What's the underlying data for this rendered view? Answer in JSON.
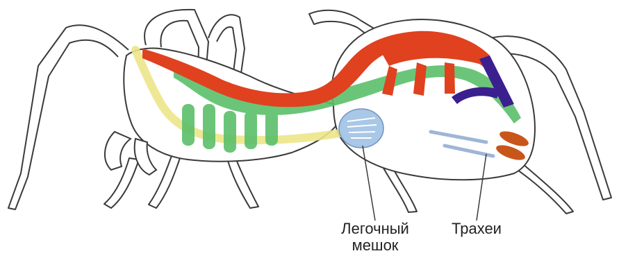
{
  "labels": {
    "lung_line1": "Легочный",
    "lung_line2": "мешок",
    "trachea": "Трахеи"
  },
  "colors": {
    "outline": "#3a3a3a",
    "circulatory": "#e0411f",
    "digestive": "#5bbf6a",
    "nervous": "#ece58a",
    "lung": "#a9c7e6",
    "trachea": "#9eb6d6",
    "glands": "#c8561a",
    "silk_glands": "#3b1f8f"
  }
}
